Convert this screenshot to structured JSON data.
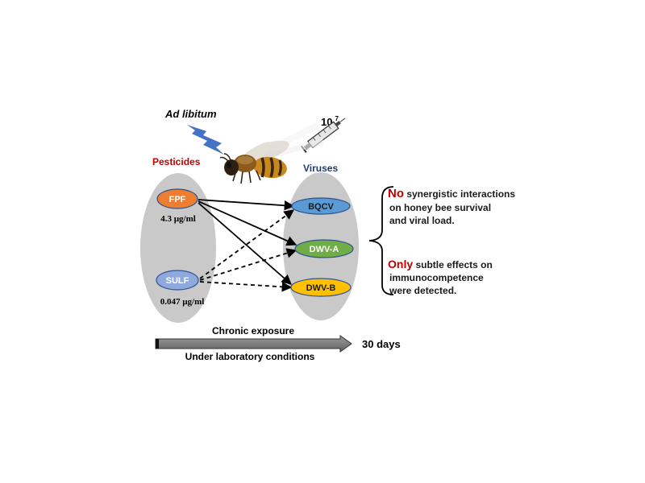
{
  "top": {
    "ad_libitum": "Ad libitum",
    "dose_base": "10",
    "dose_exp": "7"
  },
  "groups": {
    "pesticides": "Pesticides",
    "viruses": "Viruses"
  },
  "pesticides": [
    {
      "label": "FPF",
      "dose": "4.3 µg/ml"
    },
    {
      "label": "SULF",
      "dose": "0.047 µg/ml"
    }
  ],
  "viruses": [
    {
      "label": "BQCV"
    },
    {
      "label": "DWV-A"
    },
    {
      "label": "DWV-B"
    }
  ],
  "conclusions": {
    "first_emph": "No",
    "first_line1": " synergistic interactions",
    "first_line2": "on honey bee survival",
    "first_line3": "and viral load.",
    "second_emph": "Only",
    "second_line1": " subtle effects on",
    "second_line2": "immunocompetence",
    "second_line3": "were detected."
  },
  "timeline": {
    "above": "Chronic exposure",
    "below": "Under laboratory conditions",
    "duration": "30 days"
  },
  "colors": {
    "accent_red": "#c00000",
    "accent_blue": "#1f3a7a",
    "fpf": "#ed7d31",
    "sulf": "#8fa9dc",
    "bqcv": "#5b9bd5",
    "dwva": "#70ad47",
    "dwvb": "#ffc000",
    "group_bg": "#c9c9c9",
    "lightning": "#4472c4"
  }
}
